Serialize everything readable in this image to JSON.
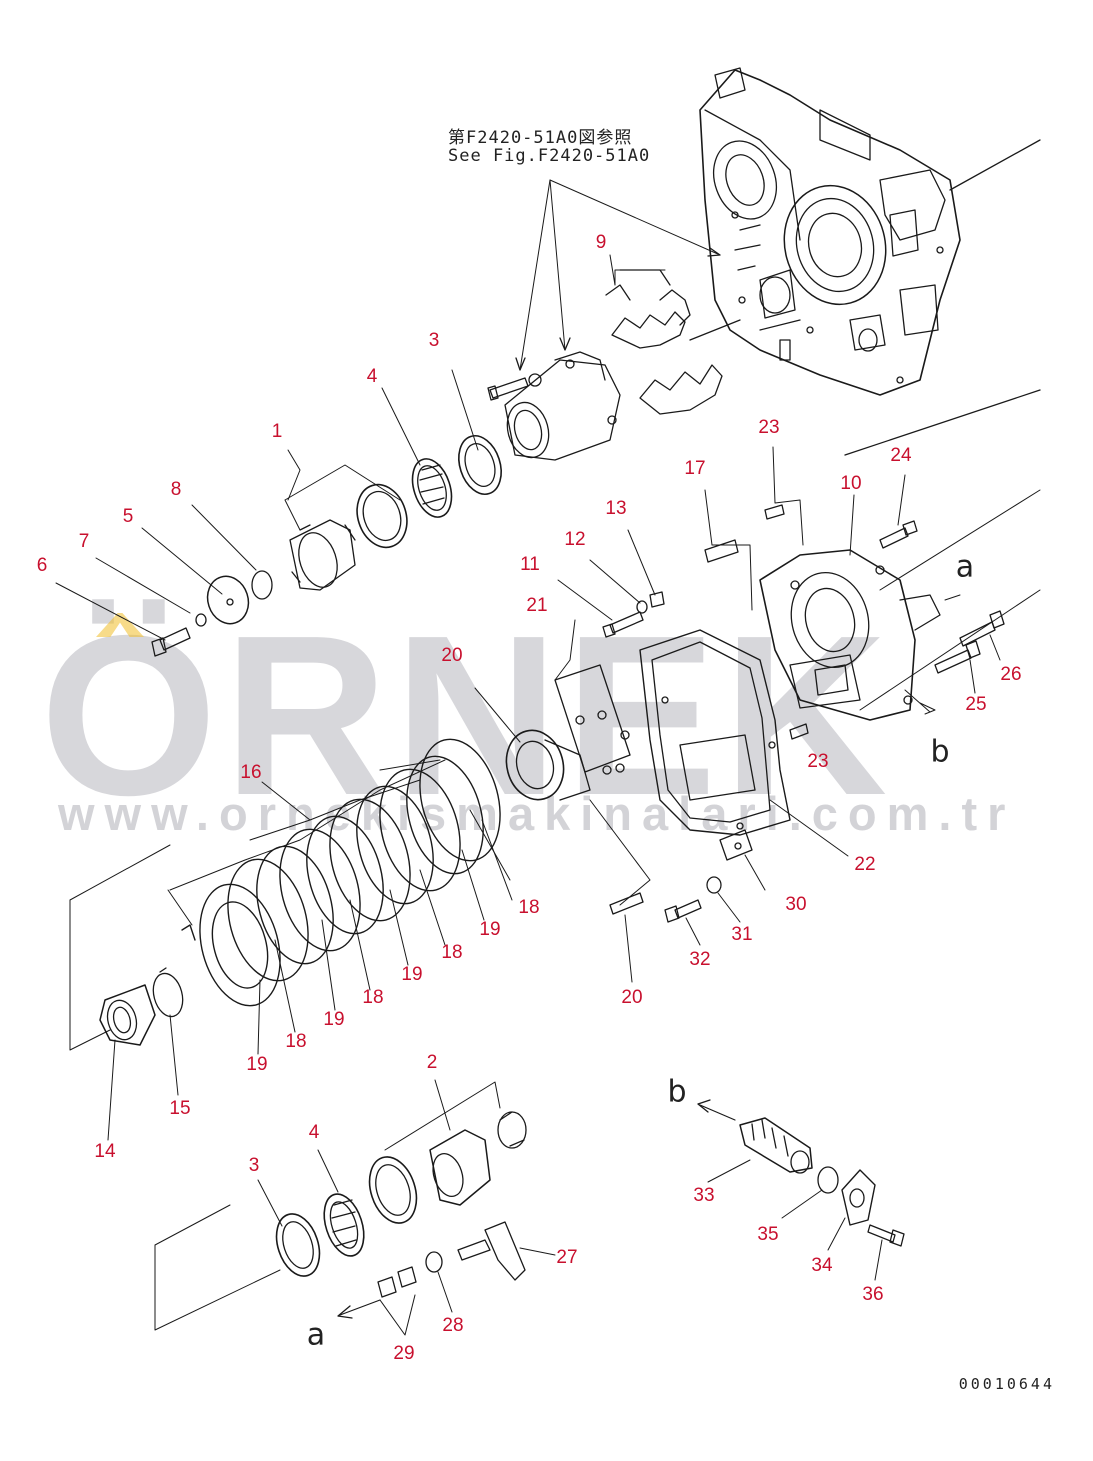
{
  "reference": {
    "line1": "第F2420-51A0図参照",
    "line2": "See Fig.F2420-51A0"
  },
  "watermark": {
    "brand": "ÖRNEK",
    "url": "www.ornekismakinalari.com.tr",
    "color": "#9696a0",
    "accent_color": "#f0be28"
  },
  "drawing_number": "00010644",
  "arrow_letters": {
    "a1": "a",
    "b1": "b",
    "b2": "b",
    "a2": "a"
  },
  "label_color": "#c8102e",
  "callouts": {
    "c1": "1",
    "c2": "2",
    "c3a": "3",
    "c3b": "3",
    "c4a": "4",
    "c4b": "4",
    "c5": "5",
    "c6": "6",
    "c7": "7",
    "c8": "8",
    "c9": "9",
    "c10": "10",
    "c11": "11",
    "c12": "12",
    "c13": "13",
    "c14": "14",
    "c15": "15",
    "c16": "16",
    "c17": "17",
    "c18a": "18",
    "c18b": "18",
    "c18c": "18",
    "c18d": "18",
    "c19a": "19",
    "c19b": "19",
    "c19c": "19",
    "c19d": "19",
    "c20a": "20",
    "c20b": "20",
    "c21": "21",
    "c22": "22",
    "c23a": "23",
    "c23b": "23",
    "c24": "24",
    "c25": "25",
    "c26": "26",
    "c27": "27",
    "c28": "28",
    "c29": "29",
    "c30": "30",
    "c31": "31",
    "c32": "32",
    "c33": "33",
    "c34": "34",
    "c35": "35",
    "c36": "36"
  }
}
